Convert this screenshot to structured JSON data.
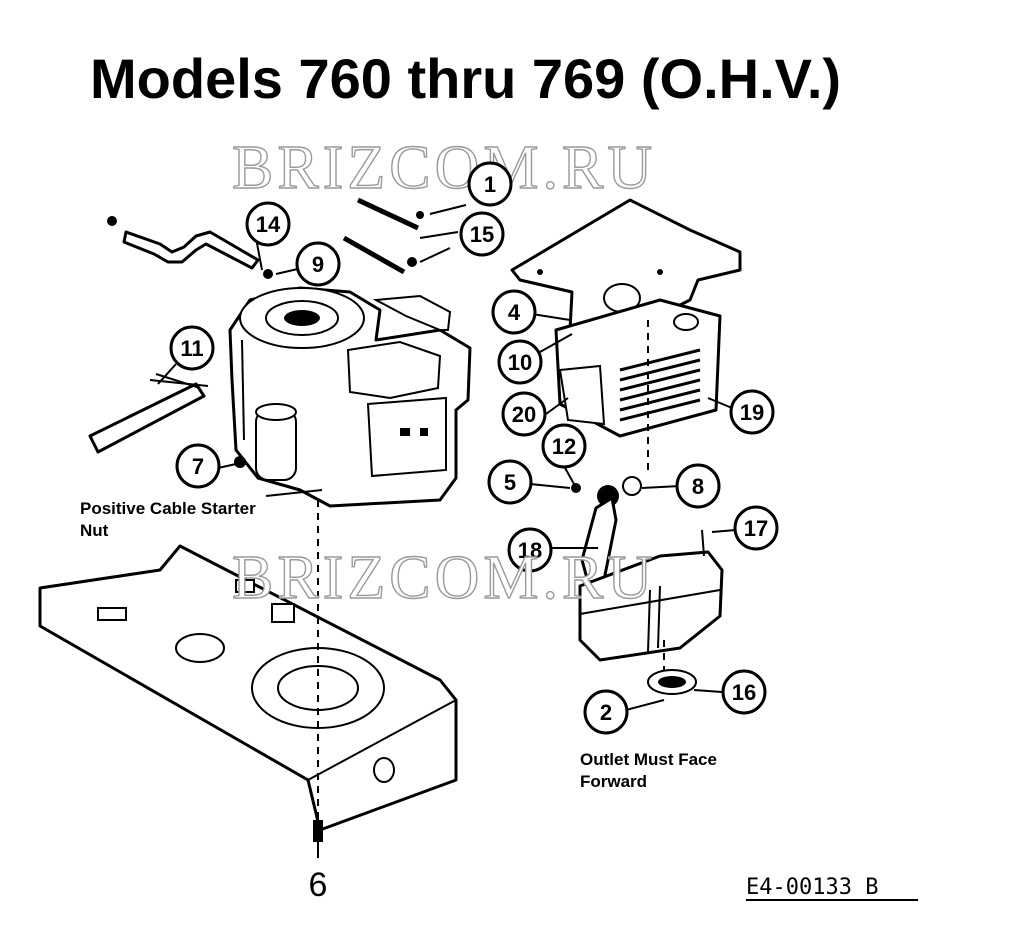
{
  "title": "Models 760 thru 769 (O.H.V.)",
  "watermark": "BRIZCOM.RU",
  "callouts": [
    "1",
    "15",
    "14",
    "9",
    "11",
    "7",
    "4",
    "10",
    "20",
    "19",
    "12",
    "5",
    "8",
    "17",
    "18",
    "2",
    "16"
  ],
  "notes": {
    "starter_line1": "Positive Cable Starter",
    "starter_line2": "Nut",
    "outlet_line1": "Outlet Must Face",
    "outlet_line2": "Forward"
  },
  "part_6_label": "6",
  "drawing_code": "E4-00133 B"
}
